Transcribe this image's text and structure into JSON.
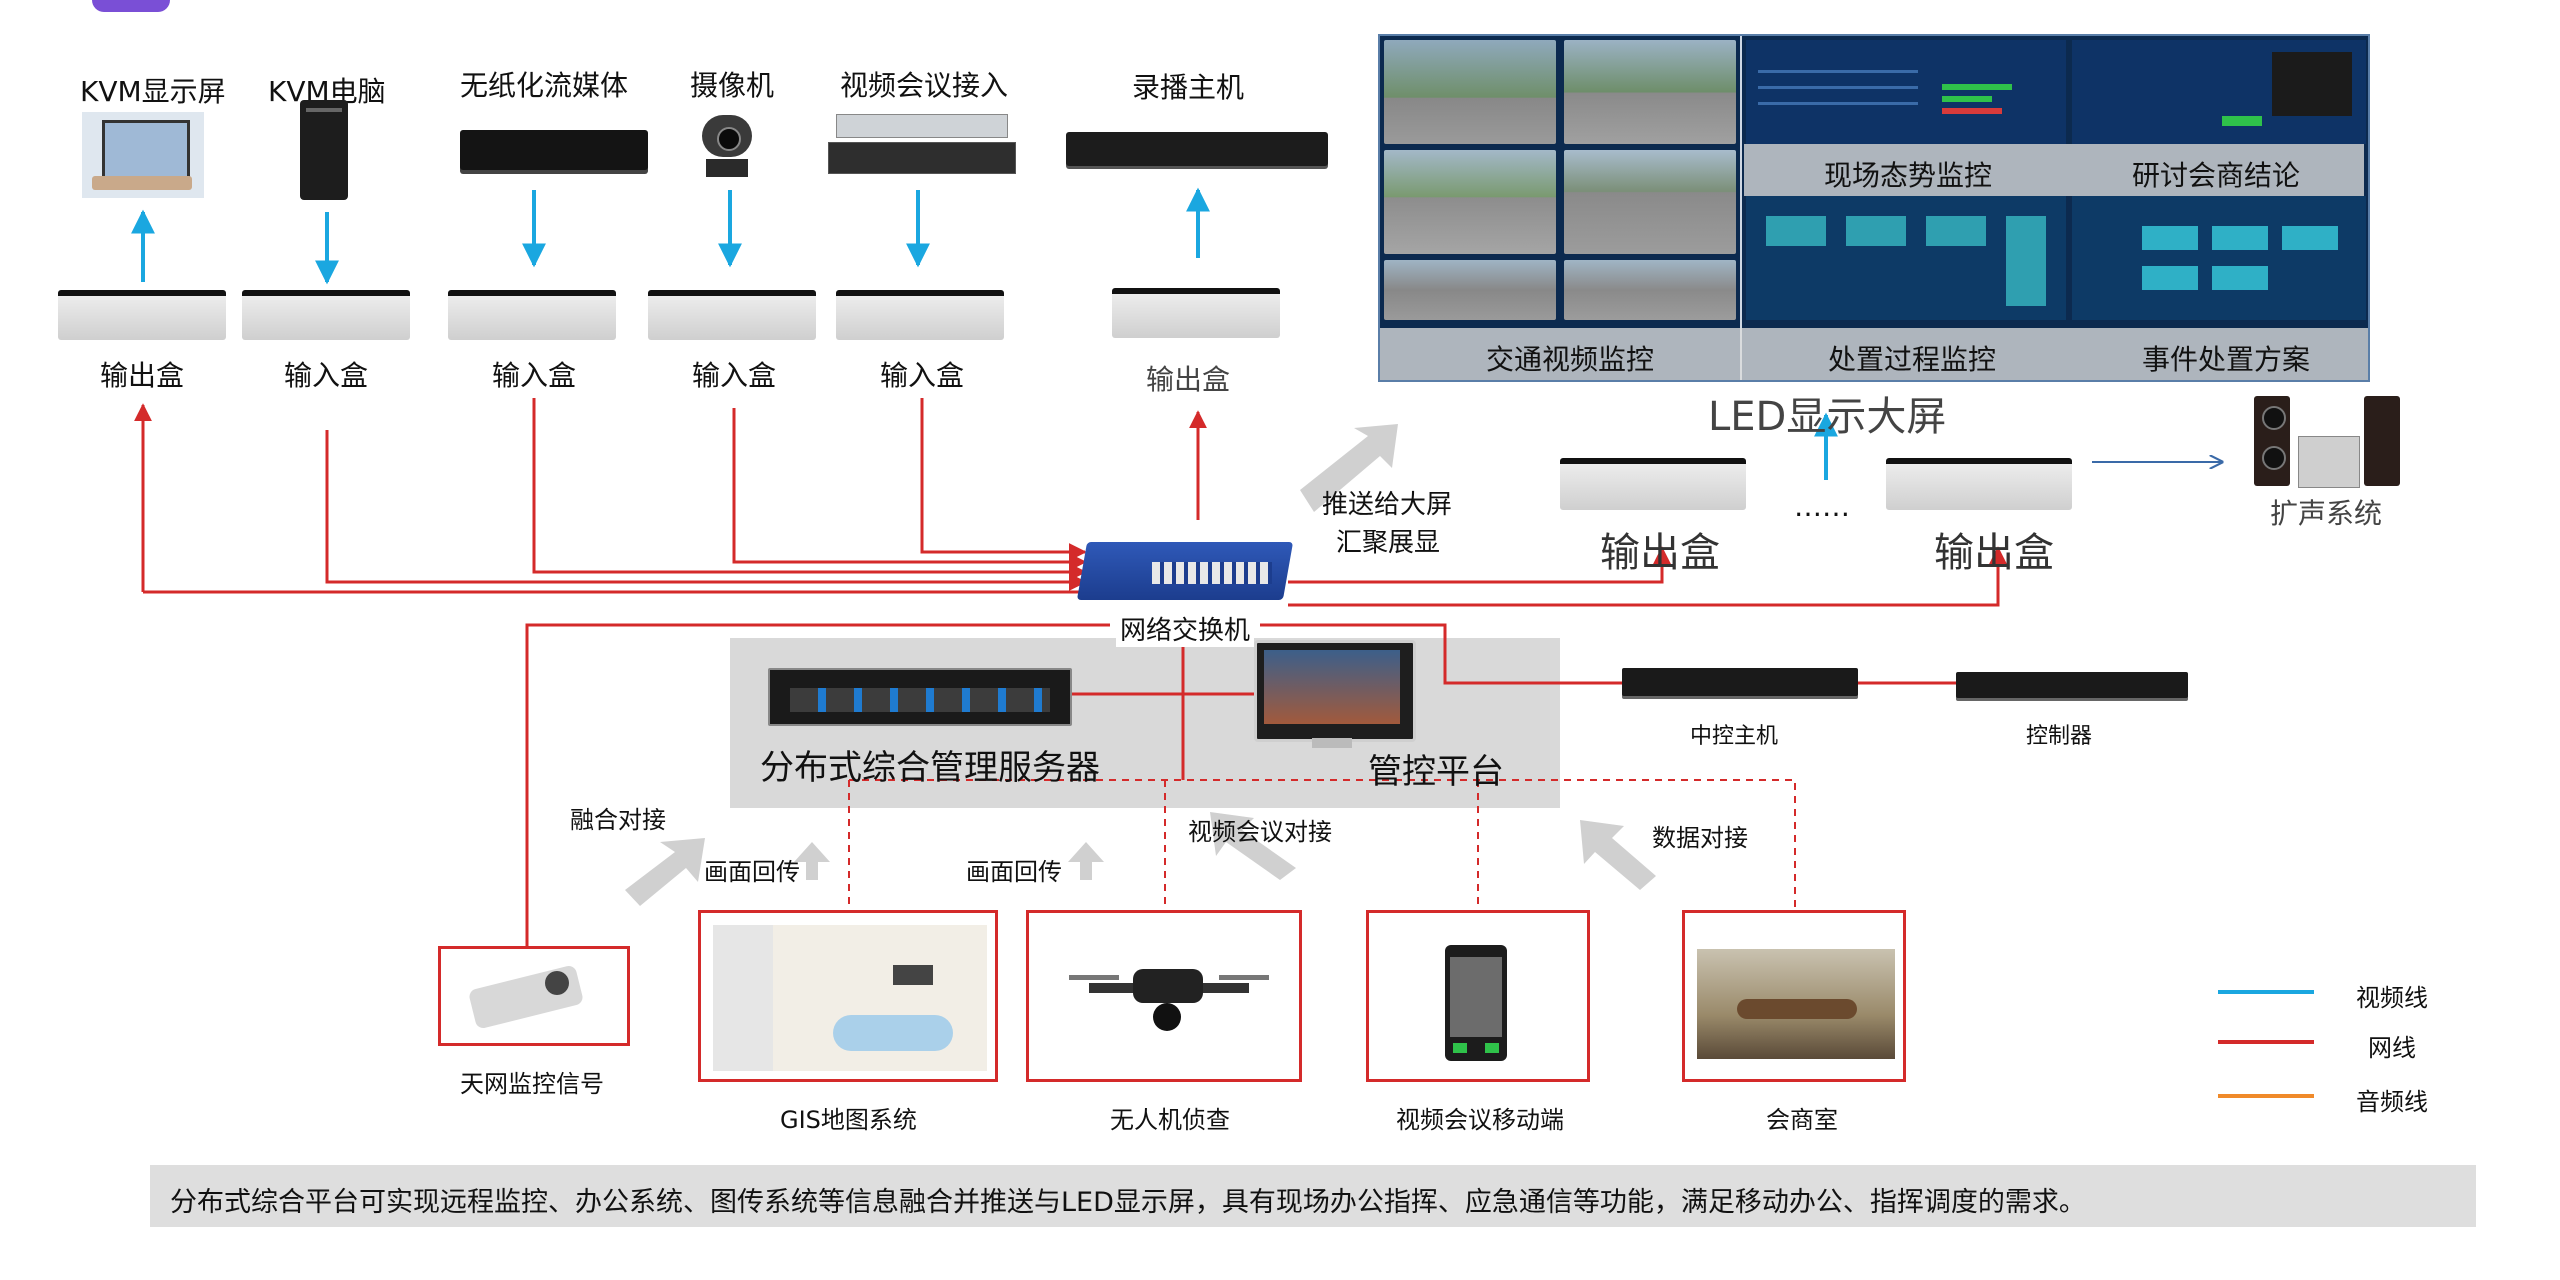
{
  "colors": {
    "video_line": "#1aa7e0",
    "network_line": "#d42a2a",
    "audio_line": "#f08a2a",
    "panel_gray": "#d9d9d9"
  },
  "top_devices": {
    "kvm_display": "KVM显示屏",
    "kvm_pc": "KVM电脑",
    "paperless": "无纸化流媒体",
    "camera": "摄像机",
    "video_conf": "视频会议接入",
    "recorder": "录播主机"
  },
  "boxes": {
    "out1": "输出盒",
    "in1": "输入盒",
    "in2": "输入盒",
    "in3": "输入盒",
    "in4": "输入盒",
    "out_rec": "输出盒",
    "out_led1": "输出盒",
    "out_led2": "输出盒",
    "ellipsis": "……"
  },
  "led_wall": {
    "title": "LED显示大屏",
    "bands": [
      "现场态势监控",
      "研讨会商结论",
      "交通视频监控",
      "处置过程监控",
      "事件处置方案"
    ]
  },
  "push": {
    "line1": "推送给大屏",
    "line2": "汇聚展显"
  },
  "speaker": "扩声系统",
  "switch": "网络交换机",
  "server": "分布式综合管理服务器",
  "control_platform": "管控平台",
  "central_ctrl": "中控主机",
  "controller": "控制器",
  "links": {
    "fusion": "融合对接",
    "return1": "画面回传",
    "return2": "画面回传",
    "video_conf": "视频会议对接",
    "data": "数据对接"
  },
  "sources": {
    "skynet": "天网监控信号",
    "gis": "GIS地图系统",
    "drone": "无人机侦查",
    "mobile": "视频会议移动端",
    "meeting": "会商室"
  },
  "legend": {
    "video": "视频线",
    "network": "网线",
    "audio": "音频线"
  },
  "footer": "分布式综合平台可实现远程监控、办公系统、图传系统等信息融合并推送与LED显示屏，具有现场办公指挥、应急通信等功能，满足移动办公、指挥调度的需求。"
}
